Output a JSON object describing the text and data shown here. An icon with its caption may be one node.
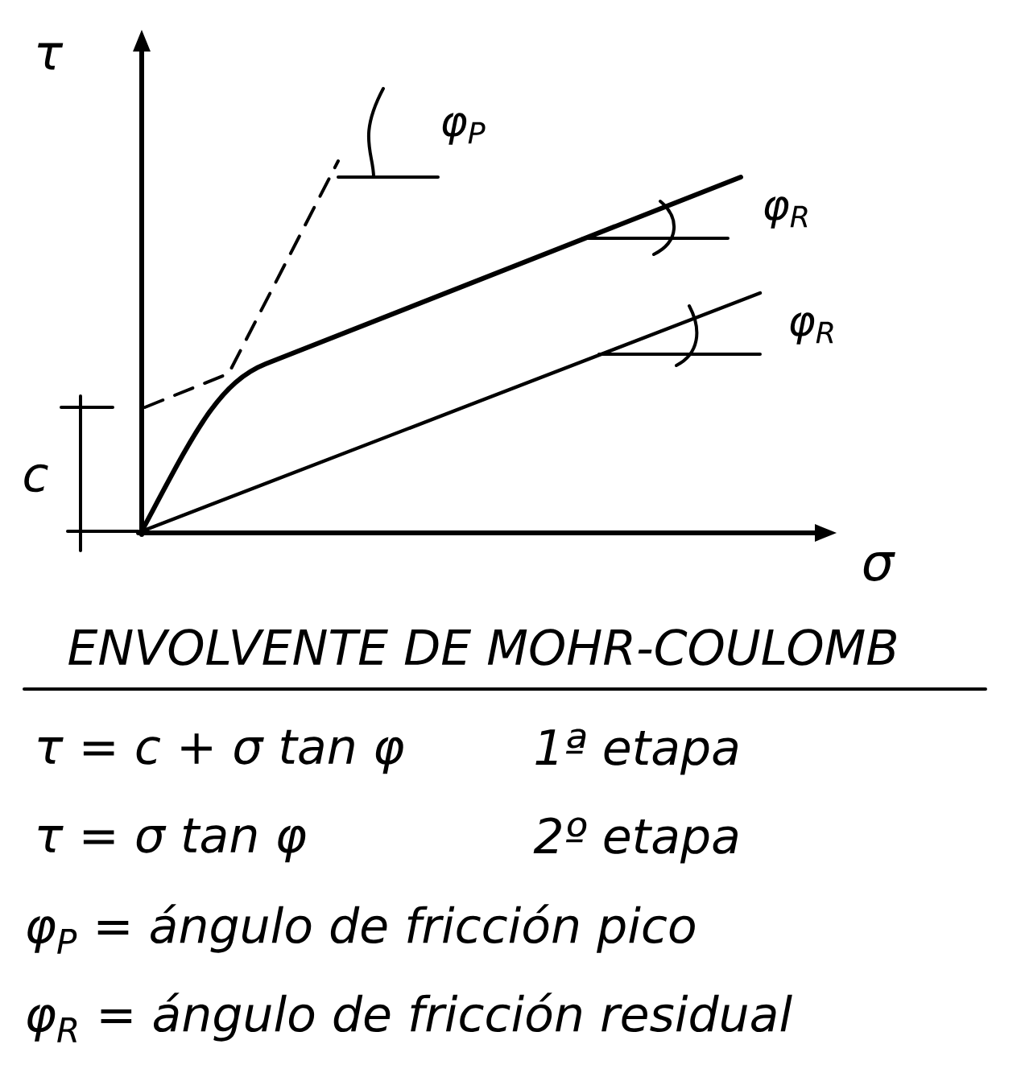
{
  "diagram": {
    "title": "ENVOLVENTE DE MOHR-COULOMB",
    "labels": [
      "τ",
      "φ$_{P}$",
      "φ$_{R}$",
      "φ$_{R}$",
      "c",
      "σ",
      "τ = c + σ tan φ",
      "1ª etapa",
      "τ = σ tan φ",
      "2º etapa",
      "φ$_{P}$ = ángulo de fricción pico",
      "φ$_{R}$ = ángulo de fricción residual"
    ]
  }
}
